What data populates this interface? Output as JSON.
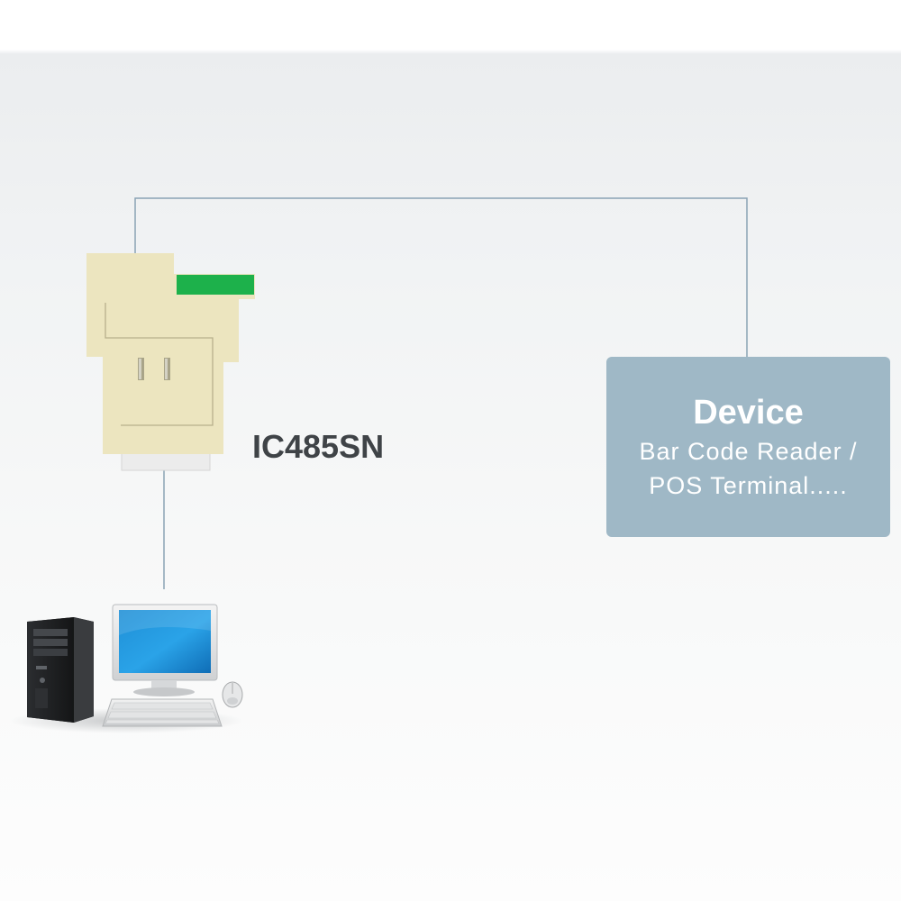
{
  "adapter": {
    "model_label": "IC485SN"
  },
  "device_box": {
    "title": "Device",
    "lines": [
      "Bar Code Reader /",
      "POS Terminal....."
    ]
  },
  "colors": {
    "connection_line": "#8aa3b4",
    "device_box_fill": "#9fb8c6",
    "adapter_body": "#ece5bf",
    "adapter_stripe": "#1db14b",
    "model_label_text": "#3f4347"
  },
  "icons": {
    "adapter": "rs232-rs485-adapter-icon",
    "computer": "desktop-computer-icon"
  }
}
